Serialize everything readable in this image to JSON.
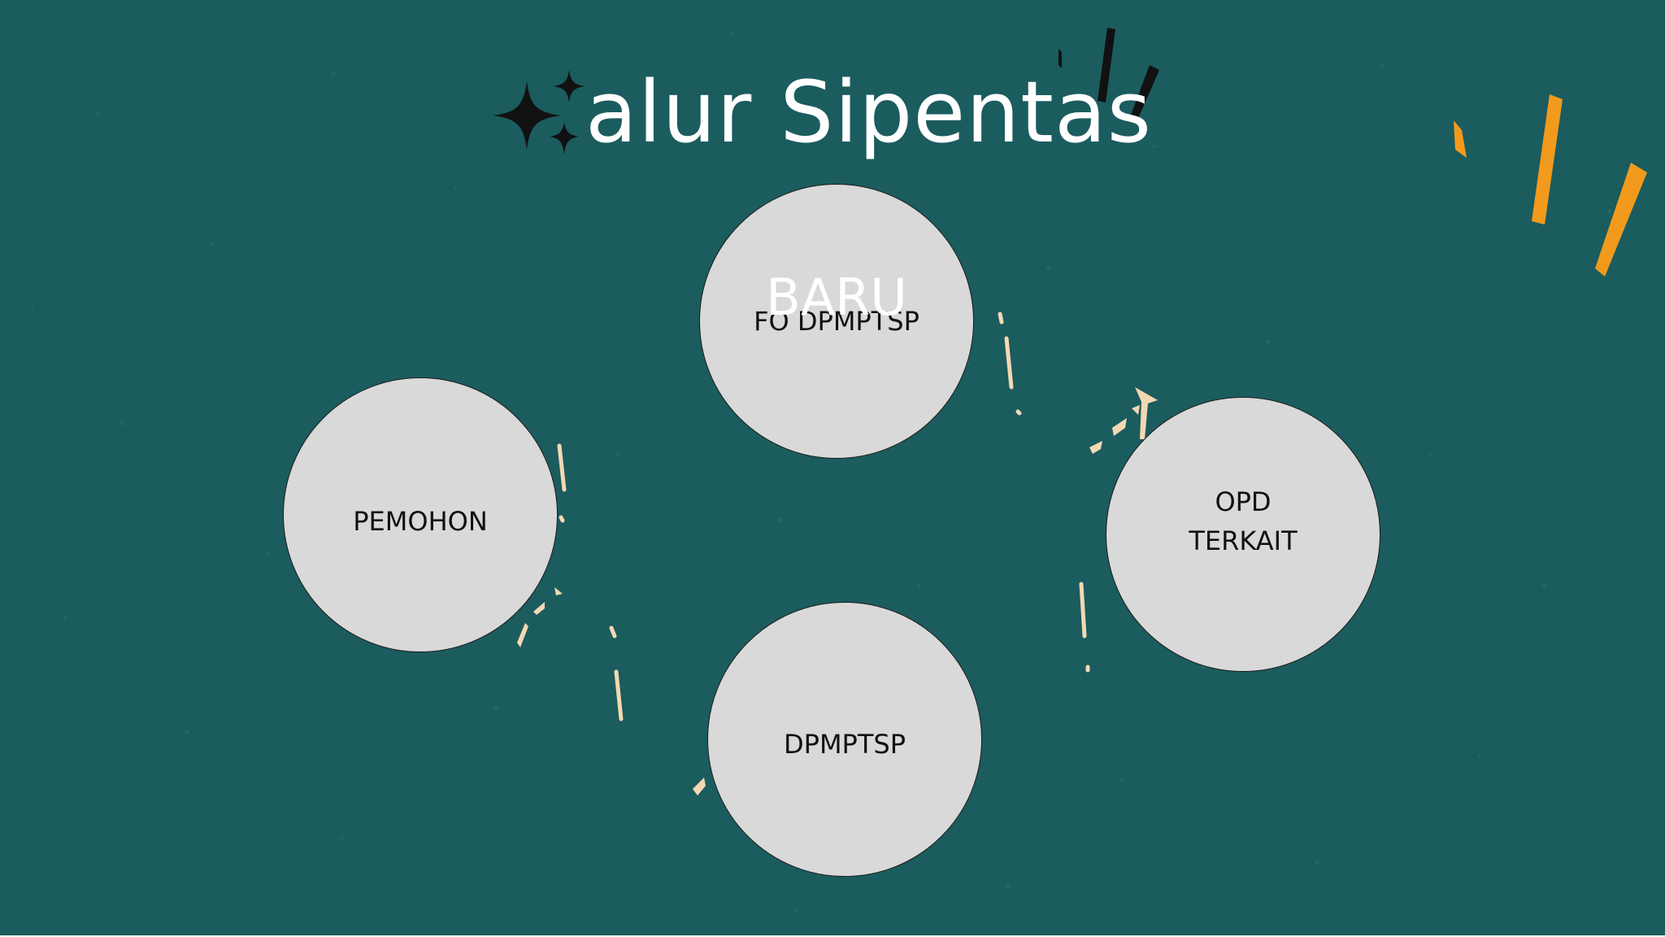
{
  "title": "alur Sipentas",
  "colors": {
    "background": "#1b5c5e",
    "node_fill": "#d9d9d9",
    "node_border": "#1c1c1c",
    "arrow": "#f4d8b4",
    "accent_orange": "#f29a1c",
    "sparkle": "#111111",
    "title_text": "#ffffff"
  },
  "icons": {
    "sparkle": "sparkle-icon",
    "dashes": "dash-marks-icon",
    "arrows": "dashed-arrow-icon"
  },
  "nodes": {
    "top": {
      "label": "FO DPMPTSP",
      "overlay": "BARU"
    },
    "left": {
      "label": "PEMOHON"
    },
    "right": {
      "label": "OPD\nTERKAIT"
    },
    "bottom": {
      "label": "DPMPTSP"
    }
  }
}
